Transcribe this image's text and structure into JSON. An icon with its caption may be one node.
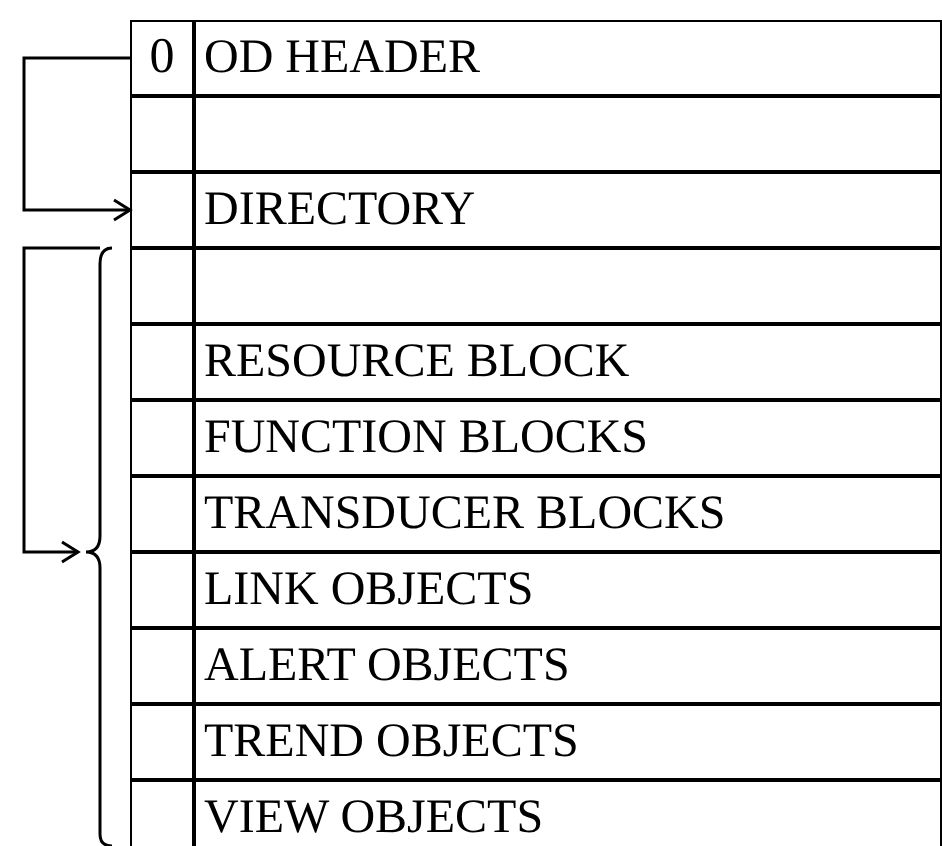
{
  "diagram": {
    "nodes": [
      {
        "text": [
          "0",
          "OD HEADER"
        ]
      },
      {
        "text": [],
        "shape": "box"
      },
      {
        "text": [
          "DIRECTORY"
        ]
      },
      {
        "text": [],
        "shape": "box"
      },
      {
        "text": [
          "RESOURCE BLOCK"
        ]
      },
      {
        "text": [
          "FUNCTION BLOCKS"
        ]
      },
      {
        "text": [
          "TRANSDUCER BLOCKS"
        ]
      },
      {
        "text": [
          "LINK OBJECTS"
        ]
      },
      {
        "text": [
          "ALERT OBJECTS"
        ]
      },
      {
        "text": [
          "TREND OBJECTS"
        ]
      },
      {
        "text": [
          "VIEW OBJECTS"
        ]
      },
      {
        "text": [],
        "shape": "brace"
      }
    ],
    "edges": [
      {
        "from": 0,
        "to": 2,
        "arrow": "to"
      },
      {
        "from": null,
        "to": 11,
        "arrow": "to"
      }
    ]
  }
}
